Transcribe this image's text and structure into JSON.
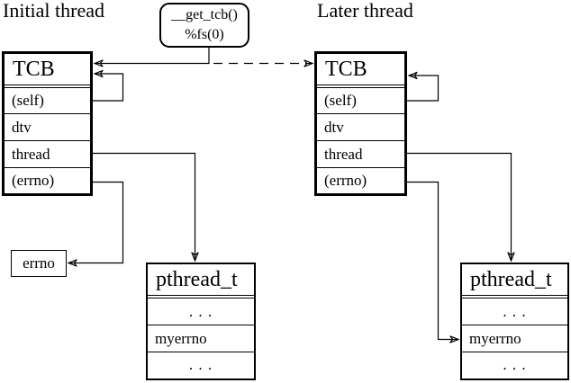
{
  "titles": {
    "initial": "Initial thread",
    "later": "Later thread"
  },
  "get_tcb_box": {
    "line1": "__get_tcb()",
    "line2": "%fs(0)"
  },
  "tcb_initial": {
    "header": "TCB",
    "rows": [
      "(self)",
      "dtv",
      "thread",
      "(errno)"
    ]
  },
  "tcb_later": {
    "header": "TCB",
    "rows": [
      "(self)",
      "dtv",
      "thread",
      "(errno)"
    ]
  },
  "errno_box": {
    "label": "errno"
  },
  "pthread_initial": {
    "header": "pthread_t",
    "rows": [
      ". . .",
      "myerrno",
      ". . ."
    ]
  },
  "pthread_later": {
    "header": "pthread_t",
    "rows": [
      ". . .",
      "myerrno",
      ". . ."
    ]
  },
  "colors": {
    "line": "#000000",
    "background": "#ffffff"
  }
}
